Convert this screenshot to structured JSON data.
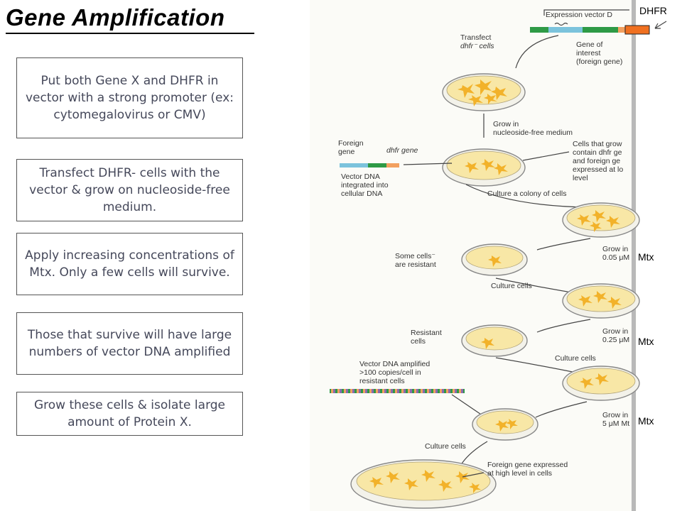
{
  "title": "Gene Amplification",
  "steps": [
    "Put both Gene X and DHFR in vector with a strong promoter (ex: cytomegalovirus or CMV)",
    "Transfect DHFR- cells with the vector & grow on nucleoside-free medium.",
    "Apply increasing concentrations of Mtx. Only a few cells will survive.",
    "Those that survive will have large numbers of vector DNA amplified",
    "Grow these cells & isolate large amount of Protein X."
  ],
  "figure": {
    "expression_vector": "Expression vector D",
    "transfect_line1": "Transfect",
    "transfect_line2": "dhfr⁻ cells",
    "gene_of_interest_line1": "Gene of",
    "gene_of_interest_line2": "interest",
    "gene_of_interest_line3": "(foreign gene)",
    "grow_in_line1": "Grow in",
    "grow_in_line2": "nucleoside-free medium",
    "foreign_gene_line1": "Foreign",
    "foreign_gene_line2": "gene",
    "dhfr_gene": "dhfr gene",
    "vector_dna_line1": "Vector DNA",
    "vector_dna_line2": "integrated into",
    "vector_dna_line3": "cellular DNA",
    "cells_that_grow_line1": "Cells that grow",
    "cells_that_grow_line2": "contain dhfr ge",
    "cells_that_grow_line3": "and foreign ge",
    "cells_that_grow_line4": "expressed at lo",
    "cells_that_grow_line5": "level",
    "culture_colony": "Culture a colony of cells",
    "some_cells_line1": "Some cells⁻",
    "some_cells_line2": "are resistant",
    "grow_1_line1": "Grow in",
    "grow_1_line2": "0.05 μM",
    "culture_cells_1": "Culture cells",
    "resistant_line1": "Resistant",
    "resistant_line2": "cells",
    "grow_2_line1": "Grow in",
    "grow_2_line2": "0.25 μM",
    "culture_cells_2": "Culture cells",
    "amplified_line1": "Vector DNA amplified",
    "amplified_line2": ">100 copies/cell in",
    "amplified_line3": "resistant cells",
    "grow_3_line1": "Grow in",
    "grow_3_line2": "5 μM Mt",
    "culture_cells_3": "Culture cells",
    "expressed_line1": "Foreign gene expressed",
    "expressed_line2": "at high level in cells"
  },
  "labels": {
    "dhfr": "DHFR",
    "mtx": [
      "Mtx",
      "Mtx",
      "Mtx"
    ]
  },
  "colors": {
    "dhfr_segment": "#f07020",
    "vector_green": "#2e9a46",
    "gene_blue": "#7cc3dc",
    "cell_star": "#f2b22a",
    "dish_medium": "#f8e7a6"
  }
}
